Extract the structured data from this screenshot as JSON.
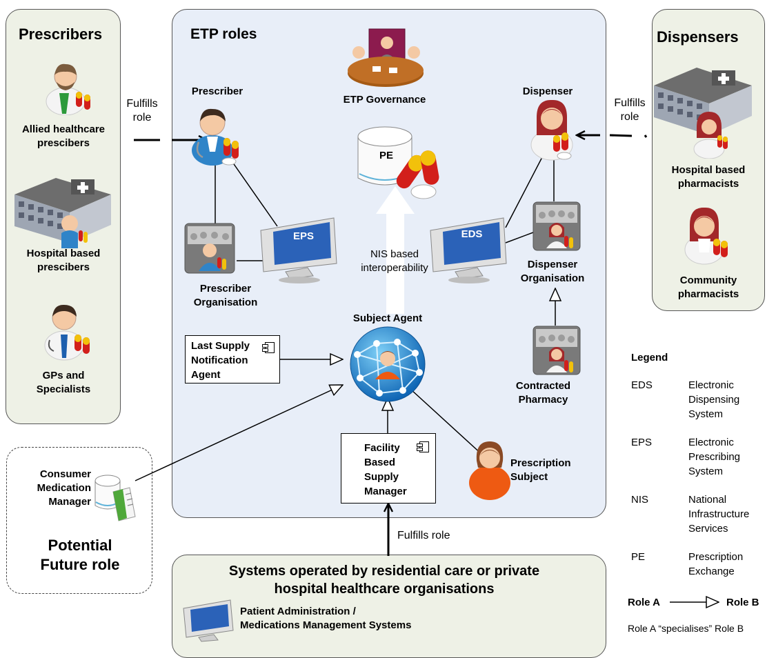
{
  "prescribers": {
    "title": "Prescribers",
    "allied": [
      "Allied healthcare",
      "prescibers"
    ],
    "hospital": [
      "Hospital based",
      "prescibers"
    ],
    "gps": [
      "GPs and",
      "Specialists"
    ]
  },
  "dispensers": {
    "title": "Dispensers",
    "hospital": [
      "Hospital based",
      "pharmacists"
    ],
    "community": [
      "Community",
      "pharmacists"
    ]
  },
  "fulfills_left": [
    "Fulfills",
    "role"
  ],
  "fulfills_right": [
    "Fulfills",
    "role"
  ],
  "fulfills_bottom": "Fulfills role",
  "etp": {
    "title": "ETP roles",
    "governance": "ETP Governance",
    "prescriber": "Prescriber",
    "dispenser": "Dispenser",
    "pe": "PE",
    "eps": "EPS",
    "eds": "EDS",
    "nis": [
      "NIS based",
      "interoperability"
    ],
    "prescriber_org": [
      "Prescriber",
      "Organisation"
    ],
    "dispenser_org": [
      "Dispenser",
      "Organisation"
    ],
    "subject_agent": "Subject Agent",
    "last_supply": [
      "Last Supply",
      "Notification",
      "Agent"
    ],
    "contracted": [
      "Contracted",
      "Pharmacy"
    ],
    "facility": [
      "Facility",
      "Based",
      "Supply",
      "Manager"
    ],
    "prescription_subject": [
      "Prescription",
      "Subject"
    ]
  },
  "future": {
    "consumer": [
      "Consumer",
      "Medication",
      "Manager"
    ],
    "title": [
      "Potential",
      "Future role"
    ]
  },
  "systems": {
    "title": [
      "Systems operated by  residential care or private",
      "hospital healthcare organisations"
    ],
    "pas": [
      "Patient Administration /",
      "Medications Management Systems"
    ]
  },
  "legend": {
    "title": "Legend",
    "items": [
      {
        "abbr": "EDS",
        "lines": [
          "Electronic",
          "Dispensing",
          "System"
        ]
      },
      {
        "abbr": "EPS",
        "lines": [
          "Electronic",
          "Prescribing",
          "System"
        ]
      },
      {
        "abbr": "NIS",
        "lines": [
          "National",
          "Infrastructure",
          "Services"
        ]
      },
      {
        "abbr": "PE",
        "lines": [
          "Prescription",
          "Exchange"
        ]
      }
    ],
    "role_a": "Role A",
    "role_b": "Role B",
    "specialises": "Role A “specialises” Role B"
  },
  "colors": {
    "panel_green": "#eef1e6",
    "panel_blue": "#e8eef8",
    "coat": "#2f84c8",
    "hair_female": "#a3282a",
    "pill_yellow": "#f2c10b",
    "pill_red": "#d21f1b",
    "subject_orange": "#ee5a12"
  },
  "icons": [
    "prescriber-person-icon",
    "dispenser-person-icon",
    "hospital-building-icon",
    "meeting-table-icon",
    "database-cylinder-icon",
    "pill-icon",
    "computer-monitor-icon",
    "organisation-tile-icon",
    "network-globe-icon",
    "patient-person-icon",
    "component-icon",
    "document-icon"
  ]
}
